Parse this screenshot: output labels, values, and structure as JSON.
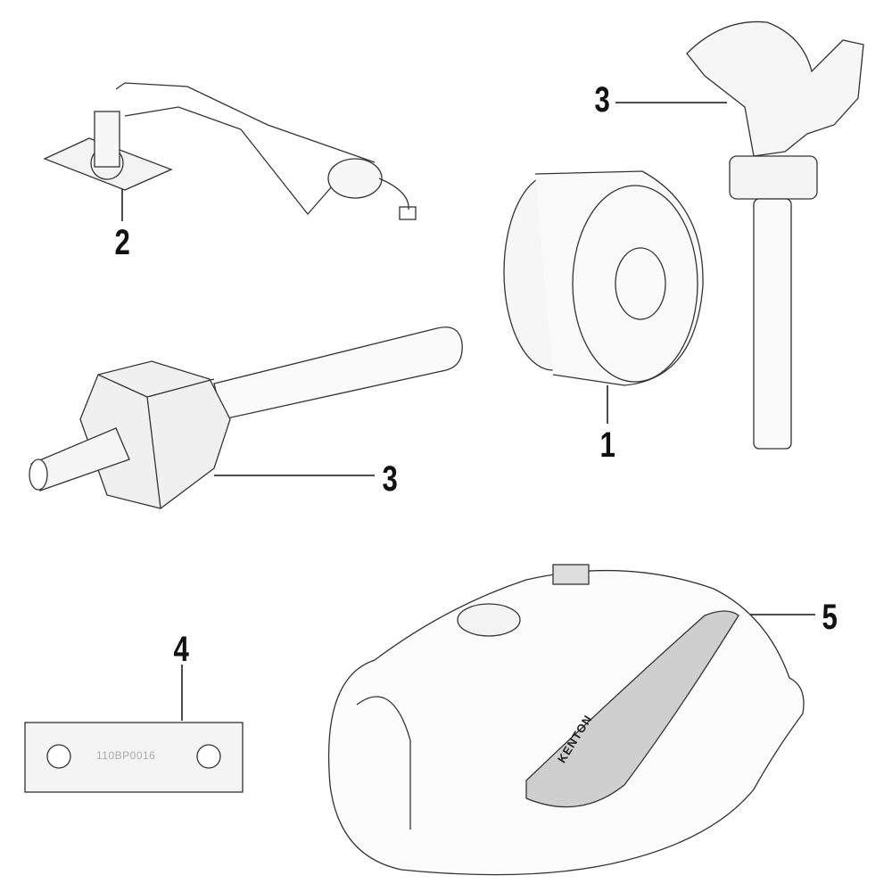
{
  "diagram": {
    "type": "exploded parts diagram",
    "callouts": [
      {
        "id": "callout-3-top",
        "label": "3"
      },
      {
        "id": "callout-2",
        "label": "2"
      },
      {
        "id": "callout-1",
        "label": "1"
      },
      {
        "id": "callout-3-mid",
        "label": "3"
      },
      {
        "id": "callout-4",
        "label": "4"
      },
      {
        "id": "callout-5",
        "label": "5"
      }
    ],
    "parts": [
      {
        "name": "fuel-level-sensor",
        "callout": "2"
      },
      {
        "name": "fuel-cap",
        "callout": "1"
      },
      {
        "name": "fuel-valve-fitting",
        "callout": "3"
      },
      {
        "name": "fuel-petcock",
        "callout": "3"
      },
      {
        "name": "mounting-plate",
        "callout": "4",
        "stamp": "110BP0016"
      },
      {
        "name": "fuel-tank",
        "callout": "5",
        "brand": "KENTON"
      }
    ]
  }
}
